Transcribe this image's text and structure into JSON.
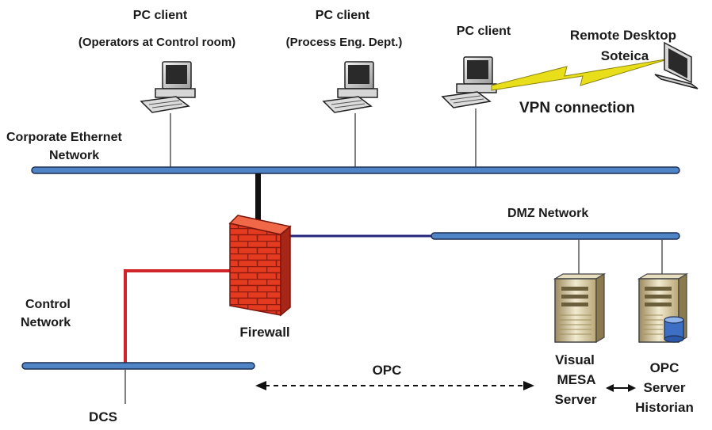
{
  "colors": {
    "network_bus": "#4f85c7",
    "bus_outline": "#1d2f55",
    "dmz_link": "#252580",
    "control_link": "#d0242a",
    "firewall_brick": "#e33a20",
    "vpn_bolt": "#e8de1a"
  },
  "pcs": [
    {
      "title": "PC client",
      "subtitle": "(Operators at Control room)",
      "icon": "desktop-pc-icon"
    },
    {
      "title": "PC client",
      "subtitle": "(Process Eng. Dept.)",
      "icon": "desktop-pc-icon"
    },
    {
      "title": "PC client",
      "subtitle": "",
      "icon": "desktop-pc-icon"
    }
  ],
  "remote": {
    "label_line1": "Remote Desktop",
    "label_line2": "Soteica",
    "icon": "laptop-icon"
  },
  "vpn_label": "VPN connection",
  "networks": {
    "corporate_line1": "Corporate Ethernet",
    "corporate_line2": "Network",
    "dmz": "DMZ Network",
    "control_line1": "Control",
    "control_line2": "Network"
  },
  "firewall": {
    "label": "Firewall",
    "icon": "brick-firewall-icon"
  },
  "dcs": {
    "label": "DCS"
  },
  "opc_link_label": "OPC",
  "servers": [
    {
      "line1": "Visual",
      "line2": "MESA",
      "line3": "Server",
      "icon": "tower-server-icon"
    },
    {
      "line1": "OPC",
      "line2": "Server",
      "line3": "Historian",
      "icon": "tower-server-database-icon"
    }
  ]
}
